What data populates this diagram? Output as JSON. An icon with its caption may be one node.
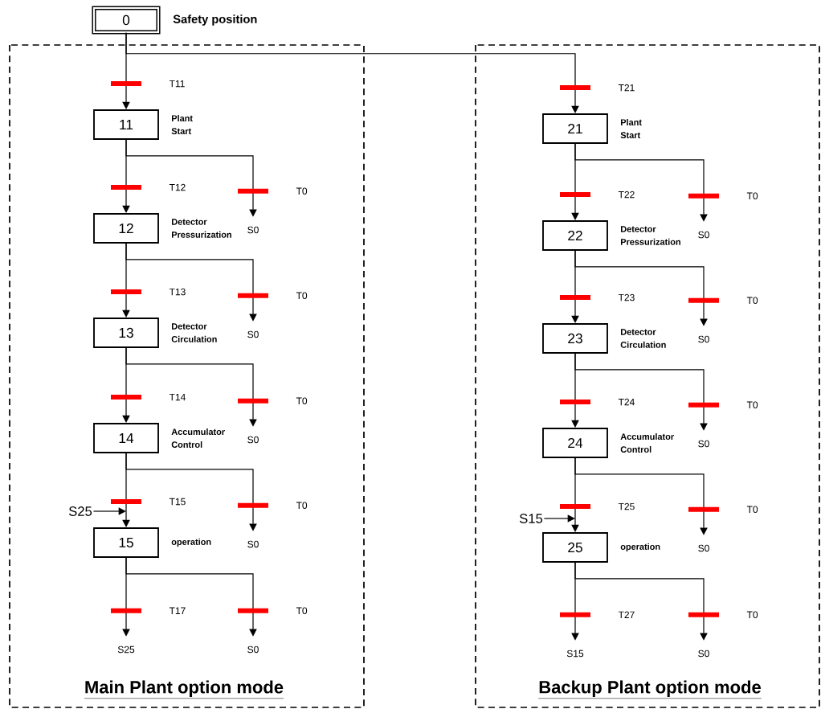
{
  "diagram": {
    "nodes": [
      {
        "text": [
          "0"
        ],
        "beside": [
          "Safety position"
        ]
      },
      {
        "text": [
          "Main Plant option mode"
        ]
      },
      {
        "text": [
          "11"
        ],
        "beside": [
          "Plant Start"
        ],
        "in": 1
      },
      {
        "text": [
          "S0"
        ],
        "in": 1
      },
      {
        "text": [
          "12"
        ],
        "beside": [
          "Detector Pressurization"
        ],
        "in": 1
      },
      {
        "text": [
          "S0"
        ],
        "in": 1
      },
      {
        "text": [
          "13"
        ],
        "beside": [
          "Detector Circulation"
        ],
        "in": 1
      },
      {
        "text": [
          "S0"
        ],
        "in": 1
      },
      {
        "text": [
          "14"
        ],
        "beside": [
          "Accumulator Control"
        ],
        "in": 1
      },
      {
        "text": [
          "S0"
        ],
        "in": 1
      },
      {
        "text": [
          "S25"
        ],
        "in": 1
      },
      {
        "text": [
          "15"
        ],
        "beside": [
          "operation"
        ],
        "in": 1
      },
      {
        "text": [
          "S25"
        ],
        "in": 1
      },
      {
        "text": [
          "S0"
        ],
        "in": 1
      },
      {
        "text": [
          "Backup Plant option mode"
        ]
      },
      {
        "text": [
          "21"
        ],
        "beside": [
          "Plant Start"
        ],
        "in": 14
      },
      {
        "text": [
          "S0"
        ],
        "in": 14
      },
      {
        "text": [
          "22"
        ],
        "beside": [
          "Detector Pressurization"
        ],
        "in": 14
      },
      {
        "text": [
          "S0"
        ],
        "in": 14
      },
      {
        "text": [
          "23"
        ],
        "beside": [
          "Detector Circulation"
        ],
        "in": 14
      },
      {
        "text": [
          "S0"
        ],
        "in": 14
      },
      {
        "text": [
          "24"
        ],
        "beside": [
          "Accumulator Control"
        ],
        "in": 14
      },
      {
        "text": [
          "S0"
        ],
        "in": 14
      },
      {
        "text": [
          "S15"
        ],
        "in": 14
      },
      {
        "text": [
          "25"
        ],
        "beside": [
          "operation"
        ],
        "in": 14
      },
      {
        "text": [
          "S15"
        ],
        "in": 14
      },
      {
        "text": [
          "S0"
        ],
        "in": 14
      }
    ],
    "edges": [
      {
        "from": 0,
        "to": 2,
        "arrow": "to",
        "label": "T11"
      },
      {
        "from": 0,
        "to": 15,
        "arrow": "to",
        "label": "T21"
      },
      {
        "from": 2,
        "to": 4,
        "arrow": "to",
        "label": "T12"
      },
      {
        "from": 2,
        "to": 3,
        "arrow": "to",
        "label": "T0"
      },
      {
        "from": 4,
        "to": 6,
        "arrow": "to",
        "label": "T13"
      },
      {
        "from": 4,
        "to": 5,
        "arrow": "to",
        "label": "T0"
      },
      {
        "from": 6,
        "to": 8,
        "arrow": "to",
        "label": "T14"
      },
      {
        "from": 6,
        "to": 7,
        "arrow": "to",
        "label": "T0"
      },
      {
        "from": 8,
        "to": 11,
        "arrow": "to",
        "label": "T15"
      },
      {
        "from": 8,
        "to": 9,
        "arrow": "to",
        "label": "T0"
      },
      {
        "from": 10,
        "to": 11,
        "arrow": "to"
      },
      {
        "from": 11,
        "to": 12,
        "arrow": "to",
        "label": "T17"
      },
      {
        "from": 11,
        "to": 13,
        "arrow": "to",
        "label": "T0"
      },
      {
        "from": 15,
        "to": 17,
        "arrow": "to",
        "label": "T22"
      },
      {
        "from": 15,
        "to": 16,
        "arrow": "to",
        "label": "T0"
      },
      {
        "from": 17,
        "to": 19,
        "arrow": "to",
        "label": "T23"
      },
      {
        "from": 17,
        "to": 18,
        "arrow": "to",
        "label": "T0"
      },
      {
        "from": 19,
        "to": 21,
        "arrow": "to",
        "label": "T24"
      },
      {
        "from": 19,
        "to": 20,
        "arrow": "to",
        "label": "T0"
      },
      {
        "from": 21,
        "to": 24,
        "arrow": "to",
        "label": "T25"
      },
      {
        "from": 21,
        "to": 22,
        "arrow": "to",
        "label": "T0"
      },
      {
        "from": 23,
        "to": 24,
        "arrow": "to"
      },
      {
        "from": 24,
        "to": 25,
        "arrow": "to",
        "label": "T27"
      },
      {
        "from": 24,
        "to": 26,
        "arrow": "to",
        "label": "T0"
      }
    ]
  }
}
